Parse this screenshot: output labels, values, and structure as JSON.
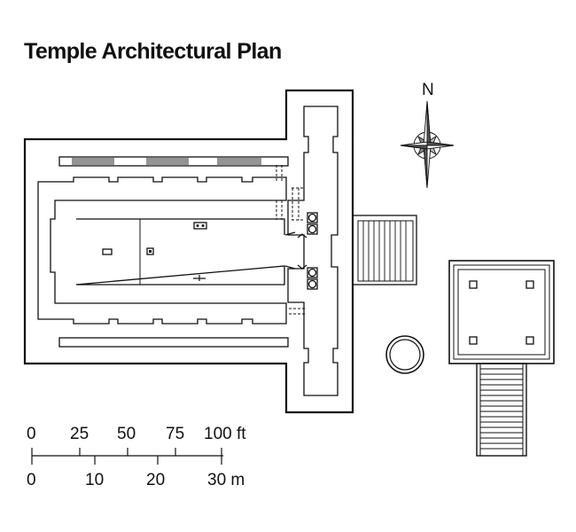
{
  "title": "Temple Architectural Plan",
  "compass": {
    "label": "N"
  },
  "scale_bar": {
    "feet_labels": [
      "0",
      "25",
      "50",
      "75",
      "100 ft"
    ],
    "meter_labels": [
      "0",
      "10",
      "20",
      "30 m"
    ]
  },
  "colors": {
    "ink": "#111111",
    "background": "#ffffff"
  }
}
